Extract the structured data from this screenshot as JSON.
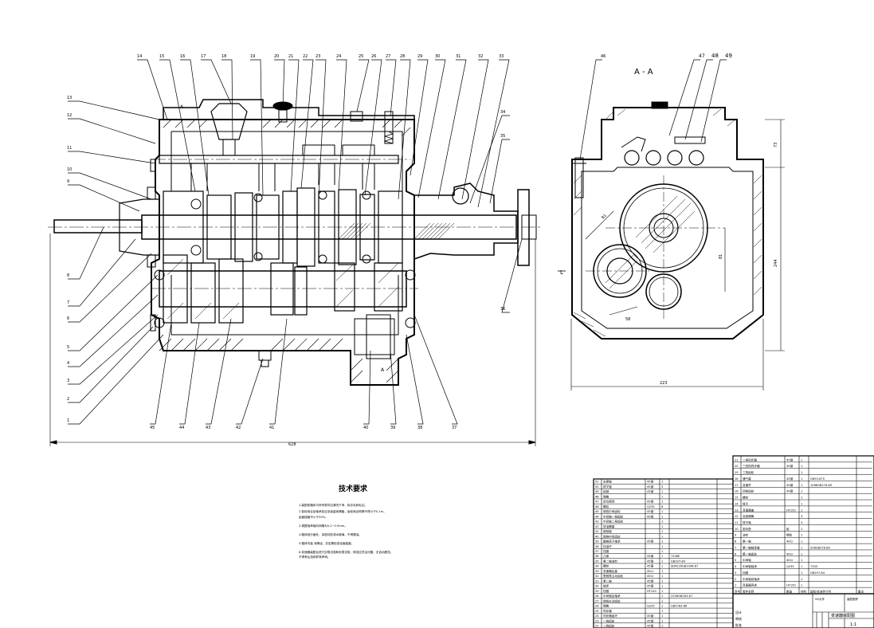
{
  "main_view": {
    "left_callouts": [
      "13",
      "12",
      "11",
      "10",
      "9",
      "8",
      "7",
      "6",
      "5",
      "4",
      "3",
      "2",
      "1"
    ],
    "top_callouts": [
      "14",
      "15",
      "16",
      "17",
      "18",
      "19",
      "20",
      "21",
      "22",
      "23",
      "24",
      "25",
      "26",
      "27",
      "28",
      "29",
      "30",
      "31",
      "32",
      "33"
    ],
    "right_callouts": [
      "34",
      "35",
      "36"
    ],
    "bottom_callouts": [
      "45",
      "44",
      "43",
      "42",
      "41",
      "40",
      "39",
      "38",
      "37"
    ],
    "section_mark_a": "A",
    "overall_length": "628"
  },
  "section_view": {
    "title": "A - A",
    "callouts": [
      "46",
      "47",
      "48",
      "49"
    ],
    "dim_height_top": "73",
    "dim_height_total": "244",
    "dim_width": "223",
    "dim_center_1": "81",
    "dim_center_2": "81",
    "dim_center_3": "58",
    "side_mark": "L"
  },
  "notes": {
    "title": "技术要求",
    "lines": [
      "1.装配前箱体与所有零件应清洗干净，除去毛刺毛边。",
      "2.各轮啮合及轴承处应涂适量润滑脂，齿轮啮合侧隙不得小于0.1m。",
      "  齿面接触不小于50%。",
      "3.调整轴承轴向间隙为0.2~0.5mm。",
      "4.箱体剖分面处，涂密封胶或水玻璃，不得漏油。",
      "5.箱体内装 润滑油，并定期检查油面高度。",
      "6.变速器装配后进行空载试验和负载试验，换挡应灵活可靠，无自动脱挡、",
      "  不得有乱挡和异常声响。"
    ]
  },
  "parts_left": {
    "rows": [
      {
        "no": "51",
        "name": "支撑轴",
        "mat": "45钢",
        "qty": "1",
        "std": ""
      },
      {
        "no": "50",
        "name": "拨叉轴",
        "mat": "45钢",
        "qty": "3",
        "std": ""
      },
      {
        "no": "49",
        "name": "锁销",
        "mat": "45钢",
        "qty": "1",
        "std": ""
      },
      {
        "no": "48",
        "name": "弹簧",
        "mat": "",
        "qty": "1",
        "std": ""
      },
      {
        "no": "47",
        "name": "定位钢球",
        "mat": "45钢",
        "qty": "1",
        "std": ""
      },
      {
        "no": "46",
        "name": "螺栓",
        "mat": "Q235",
        "qty": "8",
        "std": ""
      },
      {
        "no": "45",
        "name": "倒档中间齿轮",
        "mat": "45钢",
        "qty": "1",
        "std": ""
      },
      {
        "no": "44",
        "name": "中间轴一档齿轮",
        "mat": "45钢",
        "qty": "1",
        "std": ""
      },
      {
        "no": "43",
        "name": "中间轴二档齿轮",
        "mat": "",
        "qty": "1",
        "std": ""
      },
      {
        "no": "42",
        "name": "放油螺塞",
        "mat": "",
        "qty": "1",
        "std": ""
      },
      {
        "no": "41",
        "name": "倒档轴",
        "mat": "",
        "qty": "1",
        "std": ""
      },
      {
        "no": "40",
        "name": "倒档中间齿轮",
        "mat": "",
        "qty": "1",
        "std": ""
      },
      {
        "no": "39",
        "name": "圆锥滚子轴承",
        "mat": "45钢",
        "qty": "1",
        "std": ""
      },
      {
        "no": "38",
        "name": "挡油环",
        "mat": "",
        "qty": "1",
        "std": ""
      },
      {
        "no": "37",
        "name": "挡圈",
        "mat": "",
        "qty": "1",
        "std": ""
      },
      {
        "no": "36",
        "name": "凸缘",
        "mat": "45钢",
        "qty": "1",
        "std": "7206E"
      },
      {
        "no": "35",
        "name": "第二轴油封",
        "mat": "45钢",
        "qty": "1",
        "std": "GB297-84"
      },
      {
        "no": "34",
        "name": "螺栓",
        "mat": "45钢",
        "qty": "1",
        "std": "SDFE16GB1096-87"
      },
      {
        "no": "33",
        "name": "变速器后盖",
        "mat": "45Cr",
        "qty": "1",
        "std": ""
      },
      {
        "no": "32",
        "name": "里程表主动齿轮",
        "mat": "45Cr",
        "qty": "1",
        "std": ""
      },
      {
        "no": "31",
        "name": "第二轴",
        "mat": "45钢",
        "qty": "1",
        "std": ""
      },
      {
        "no": "30",
        "name": "轴承",
        "mat": "45钢",
        "qty": "1",
        "std": ""
      },
      {
        "no": "29",
        "name": "挡圈",
        "mat": "HT150",
        "qty": "1",
        "std": ""
      },
      {
        "no": "28",
        "name": "中间轴后轴承",
        "mat": "",
        "qty": "1",
        "std": "2206GB283-87"
      },
      {
        "no": "27",
        "name": "倒档主动齿轮",
        "mat": "",
        "qty": "1",
        "std": ""
      },
      {
        "no": "26",
        "name": "弹簧",
        "mat": "Q235",
        "qty": "1",
        "std": "GB5783-86"
      },
      {
        "no": "25",
        "name": "同步器",
        "mat": "",
        "qty": "1",
        "std": ""
      },
      {
        "no": "24",
        "name": "同步器齿环",
        "mat": "45钢",
        "qty": "1",
        "std": ""
      },
      {
        "no": "23",
        "name": "一档齿轮",
        "mat": "45钢",
        "qty": "1",
        "std": ""
      },
      {
        "no": "22",
        "name": "二档齿轮",
        "mat": "45钢",
        "qty": "1",
        "std": ""
      }
    ]
  },
  "parts_right": {
    "rows": [
      {
        "no": "21",
        "name": "二档同步器",
        "mat": "45钢",
        "qty": "1",
        "std": ""
      },
      {
        "no": "20",
        "name": "三四档同步器",
        "mat": "45钢",
        "qty": "1",
        "std": ""
      },
      {
        "no": "19",
        "name": "三档齿轮",
        "mat": "",
        "qty": "1",
        "std": ""
      },
      {
        "no": "18",
        "name": "通气塞",
        "mat": "45钢",
        "qty": "1",
        "std": "GB93-87S"
      },
      {
        "no": "17",
        "name": "变速杆",
        "mat": "45钢",
        "qty": "1",
        "std": "1066GB276-89"
      },
      {
        "no": "16",
        "name": "四档齿轮",
        "mat": "45钢",
        "qty": "1",
        "std": ""
      },
      {
        "no": "15",
        "name": "螺栓",
        "mat": "",
        "qty": "1",
        "std": ""
      },
      {
        "no": "14",
        "name": "拨叉",
        "mat": "",
        "qty": "1",
        "std": ""
      },
      {
        "no": "13",
        "name": "变速器盖",
        "mat": "HT150",
        "qty": "1",
        "std": ""
      },
      {
        "no": "12",
        "name": "自锁弹簧",
        "mat": "",
        "qty": "3",
        "std": ""
      },
      {
        "no": "11",
        "name": "拨叉轴",
        "mat": "",
        "qty": "3",
        "std": ""
      },
      {
        "no": "10",
        "name": "密封垫",
        "mat": "纸",
        "qty": "1",
        "std": ""
      },
      {
        "no": "9",
        "name": "油封",
        "mat": "橡胶",
        "qty": "1",
        "std": ""
      },
      {
        "no": "8",
        "name": "第一轴",
        "mat": "40Cr",
        "qty": "1",
        "std": ""
      },
      {
        "no": "7",
        "name": "第一轴轴承盖",
        "mat": "",
        "qty": "1",
        "std": "208GB276-89"
      },
      {
        "no": "6",
        "name": "第一轴齿轮",
        "mat": "40Cr",
        "qty": "1",
        "std": ""
      },
      {
        "no": "5",
        "name": "中间轴",
        "mat": "40Cr",
        "qty": "1",
        "std": ""
      },
      {
        "no": "4",
        "name": "中间轴轴承",
        "mat": "Q235",
        "qty": "1",
        "std": "7305"
      },
      {
        "no": "3",
        "name": "挡圈",
        "mat": "",
        "qty": "1",
        "std": "GB297-84"
      },
      {
        "no": "2",
        "name": "中间轴前轴承",
        "mat": "",
        "qty": "1",
        "std": ""
      },
      {
        "no": "1",
        "name": "变速器壳体",
        "mat": "HT150",
        "qty": "1",
        "std": ""
      }
    ],
    "header": {
      "no": "序号",
      "name": "零件名称",
      "qty": "数量",
      "mat": "材料",
      "std": "国标/标准件代号",
      "remark": "备注"
    }
  },
  "title_block": {
    "designer": "设计",
    "checker": "审核",
    "approver": "批准",
    "company": "XX大学",
    "drawing_title": "变速器装配图",
    "drawing_name": "装配图样",
    "scale": "1:1"
  }
}
